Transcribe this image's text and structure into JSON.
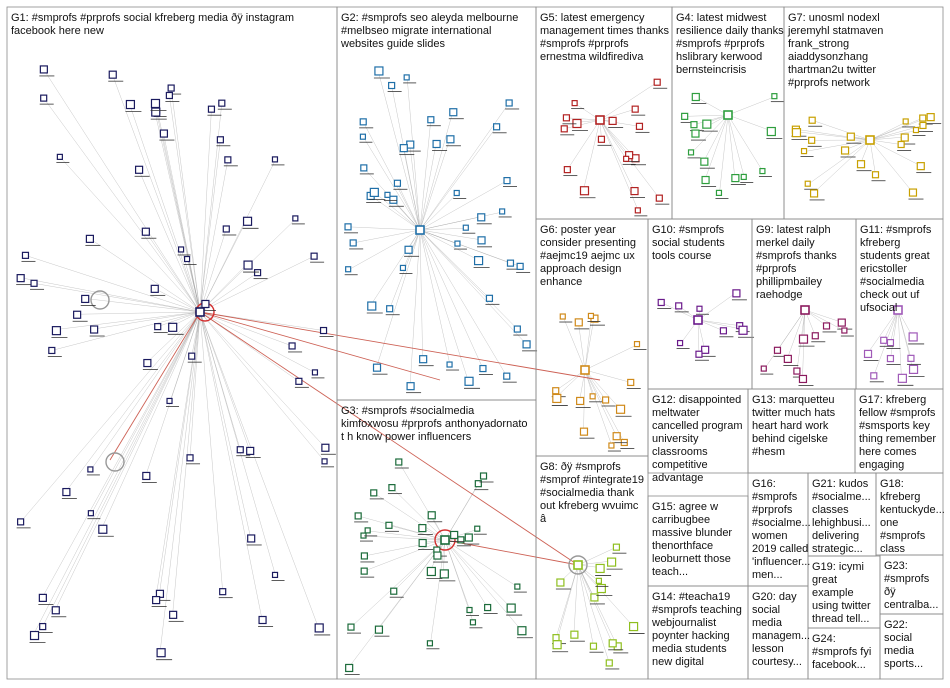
{
  "groups": [
    {
      "id": "G1",
      "lines": [
        "G1: #smprofs #prprofs social kfreberg media ðÿ instagram",
        "facebook here new"
      ],
      "color": "#1a1a5e"
    },
    {
      "id": "G2",
      "lines": [
        "G2: #smprofs seo aleyda melbourne",
        "#melbseo migrate international",
        "websites guide slides"
      ],
      "color": "#1f6fa8"
    },
    {
      "id": "G3",
      "lines": [
        "G3: #smprofs #socialmedia",
        "kimfoxwosu #prprofs anthonyadornato",
        "t h know power influencers"
      ],
      "color": "#1b6b3a"
    },
    {
      "id": "G4",
      "lines": [
        "G4: latest midwest",
        "resilience daily thanks",
        "#smprofs #prprofs",
        "hslibrary kerwood",
        "bernsteincrisis"
      ],
      "color": "#2e9e3e"
    },
    {
      "id": "G5",
      "lines": [
        "G5: latest emergency",
        "management times thanks",
        "#smprofs #prprofs",
        "ernestma wildfirediva"
      ],
      "color": "#b22222"
    },
    {
      "id": "G6",
      "lines": [
        "G6: poster year",
        "consider presenting",
        "#aejmc19 aejmc ux",
        "approach design",
        "enhance"
      ],
      "color": "#d08a1a"
    },
    {
      "id": "G7",
      "lines": [
        "G7: unosml nodexl",
        "jeremyhl statmaven",
        "frank_strong",
        "aiaddysonzhang",
        "thartman2u twitter",
        "#prprofs network"
      ],
      "color": "#c8a000"
    },
    {
      "id": "G8",
      "lines": [
        "G8: ðÿ #smprofs",
        "#smprof #integrate19",
        "#socialmedia thank",
        "out kfreberg wvuimc",
        "â"
      ],
      "color": "#8fbf1f"
    },
    {
      "id": "G9",
      "lines": [
        "G9: latest ralph",
        "merkel daily",
        "#smprofs thanks",
        "#prprofs",
        "phillipmbailey",
        "raehodge"
      ],
      "color": "#8b1a5e"
    },
    {
      "id": "G10",
      "lines": [
        "G10: #smprofs",
        "social students",
        "tools course"
      ],
      "color": "#6a1a8b"
    },
    {
      "id": "G11",
      "lines": [
        "G11: #smprofs",
        "kfreberg",
        "students great",
        "ericstoller",
        "#socialmedia",
        "check out uf",
        "ufsocial"
      ],
      "color": "#a05ab8"
    },
    {
      "id": "G12",
      "lines": [
        "G12: disappointed",
        "meltwater",
        "cancelled program",
        "university",
        "classrooms",
        "competitive",
        "advantage"
      ],
      "color": "#333"
    },
    {
      "id": "G13",
      "lines": [
        "G13: marquetteu",
        "twitter much hats",
        "heart hard work",
        "behind cigelske",
        "#hesm"
      ],
      "color": "#333"
    },
    {
      "id": "G14",
      "lines": [
        "G14: #teacha19",
        "#smprofs teaching",
        "webjournalist",
        "poynter hacking",
        "media students",
        "new digital"
      ],
      "color": "#333"
    },
    {
      "id": "G15",
      "lines": [
        "G15: agree w",
        "carribugbee",
        "massive blunder",
        "thenorthface",
        "leoburnett those",
        "teach..."
      ],
      "color": "#333"
    },
    {
      "id": "G16",
      "lines": [
        "G16:",
        "#smprofs",
        "#prprofs",
        "#socialme...",
        "women",
        "2019 called",
        "'influencer...",
        "men..."
      ],
      "color": "#333"
    },
    {
      "id": "G17",
      "lines": [
        "G17: kfreberg",
        "fellow #smprofs",
        "#smsports key",
        "thing remember",
        "here comes",
        "engaging"
      ],
      "color": "#333"
    },
    {
      "id": "G18",
      "lines": [
        "G18:",
        "kfreberg",
        "kentuckyde...",
        "one",
        "#smprofs",
        "class"
      ],
      "color": "#333"
    },
    {
      "id": "G19",
      "lines": [
        "G19: icymi",
        "great",
        "example",
        "using twitter",
        "thread tell..."
      ],
      "color": "#333"
    },
    {
      "id": "G20",
      "lines": [
        "G20: day",
        "social",
        "media",
        "managem...",
        "lesson",
        "courtesy..."
      ],
      "color": "#333"
    },
    {
      "id": "G21",
      "lines": [
        "G21: kudos",
        "#socialme...",
        "classes",
        "lehighbusi...",
        "delivering",
        "strategic..."
      ],
      "color": "#333"
    },
    {
      "id": "G22",
      "lines": [
        "G22:",
        "social",
        "media",
        "sports..."
      ],
      "color": "#333"
    },
    {
      "id": "G23",
      "lines": [
        "G23:",
        "#smprofs",
        "ðÿ",
        "centralba..."
      ],
      "color": "#333"
    },
    {
      "id": "G24",
      "lines": [
        "G24:",
        "#smprofs fyi",
        "facebook..."
      ],
      "color": "#333"
    }
  ]
}
